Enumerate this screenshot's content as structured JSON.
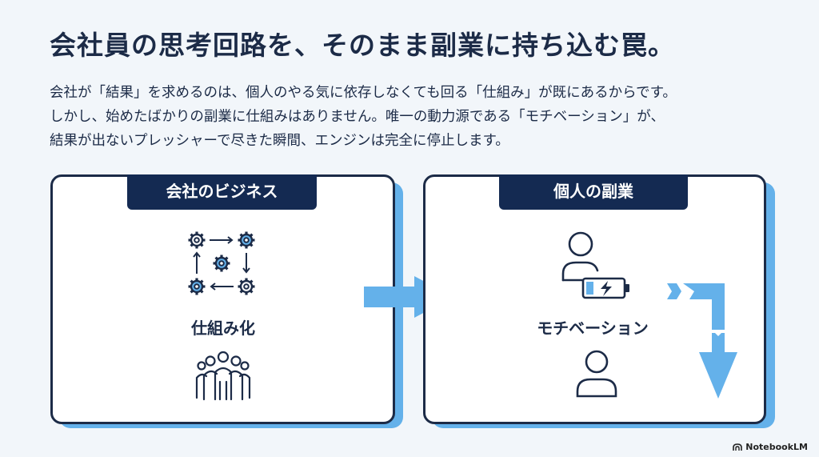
{
  "title": "会社員の思考回路を、そのまま副業に持ち込む罠。",
  "description": [
    "会社が「結果」を求めるのは、個人のやる気に依存しなくても回る「仕組み」が既にあるからです。",
    "しかし、始めたばかりの副業に仕組みはありません。唯一の動力源である「モチベーション」が、",
    "結果が出ないプレッシャーで尽きた瞬間、エンジンは完全に停止します。"
  ],
  "left_panel": {
    "tab_label": "会社のビジネス",
    "caption": "仕組み化",
    "icons": [
      "gear-cycle-icon",
      "team-icon"
    ]
  },
  "right_panel": {
    "tab_label": "個人の副業",
    "caption": "モチベーション",
    "icons": [
      "person-icon",
      "low-battery-icon",
      "person-icon",
      "down-arrow-icon"
    ]
  },
  "credit": "NotebookLM",
  "colors": {
    "navy": "#142a52",
    "accent_blue": "#64b1ea",
    "background": "#f2f6fa"
  }
}
